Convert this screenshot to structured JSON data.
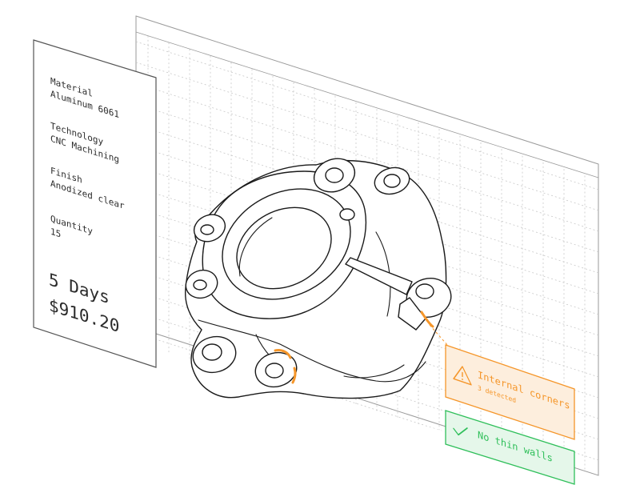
{
  "spec_panel": {
    "material_label": "Material",
    "material_value": "Aluminum 6061",
    "technology_label": "Technology",
    "technology_value": "CNC Machining",
    "finish_label": "Finish",
    "finish_value": "Anodized clear",
    "quantity_label": "Quantity",
    "quantity_value": "15",
    "lead_time": "5 Days",
    "price": "$910.20"
  },
  "checks": {
    "warning": {
      "title": "Internal corners",
      "detail": "3 detected",
      "color": "#f5962a",
      "fill": "#fdeedd",
      "icon": "warning-triangle-icon"
    },
    "ok": {
      "title": "No thin walls",
      "color": "#2fbf5a",
      "fill": "#e5f7ea",
      "icon": "check-icon"
    }
  },
  "colors": {
    "grid_line": "#c8c8c8",
    "panel_border": "#555555",
    "part_outline": "#1a1a1a",
    "highlight": "#f5962a"
  }
}
